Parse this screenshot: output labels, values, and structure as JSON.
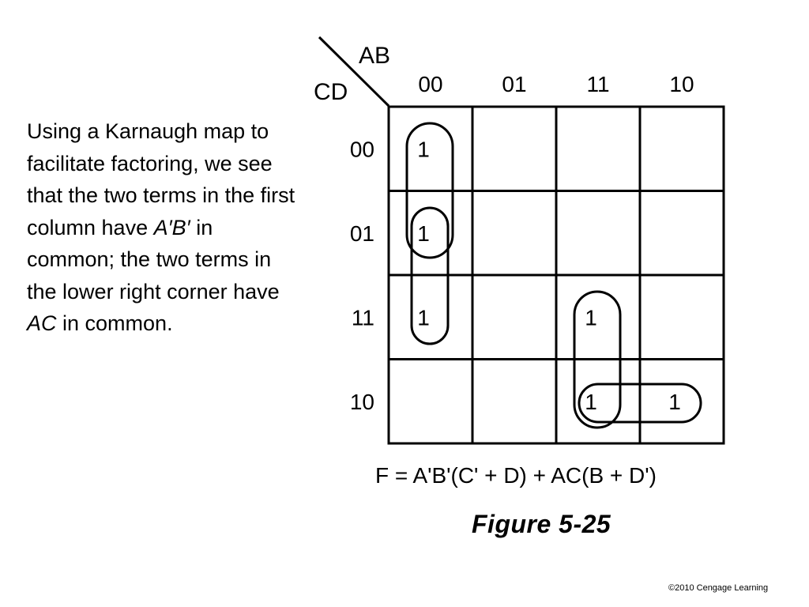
{
  "explanation": {
    "part1": "Using a Karnaugh map to facilitate factoring, we see that the two terms in the first column have ",
    "term1": "A′B′",
    "part2": " in common; the two terms in the lower right corner have ",
    "term2": "AC",
    "part3": " in common."
  },
  "kmap": {
    "column_variables": "AB",
    "row_variables": "CD",
    "column_headers": [
      "00",
      "01",
      "11",
      "10"
    ],
    "row_headers": [
      "00",
      "01",
      "11",
      "10"
    ],
    "cells": [
      [
        "1",
        "",
        "",
        ""
      ],
      [
        "1",
        "",
        "",
        ""
      ],
      [
        "1",
        "",
        "1",
        ""
      ],
      [
        "",
        "",
        "1",
        "1"
      ]
    ],
    "equation": "F = A'B'(C' + D) + AC(B + D')"
  },
  "caption": "Figure 5-25",
  "copyright": "©2010 Cengage Learning"
}
